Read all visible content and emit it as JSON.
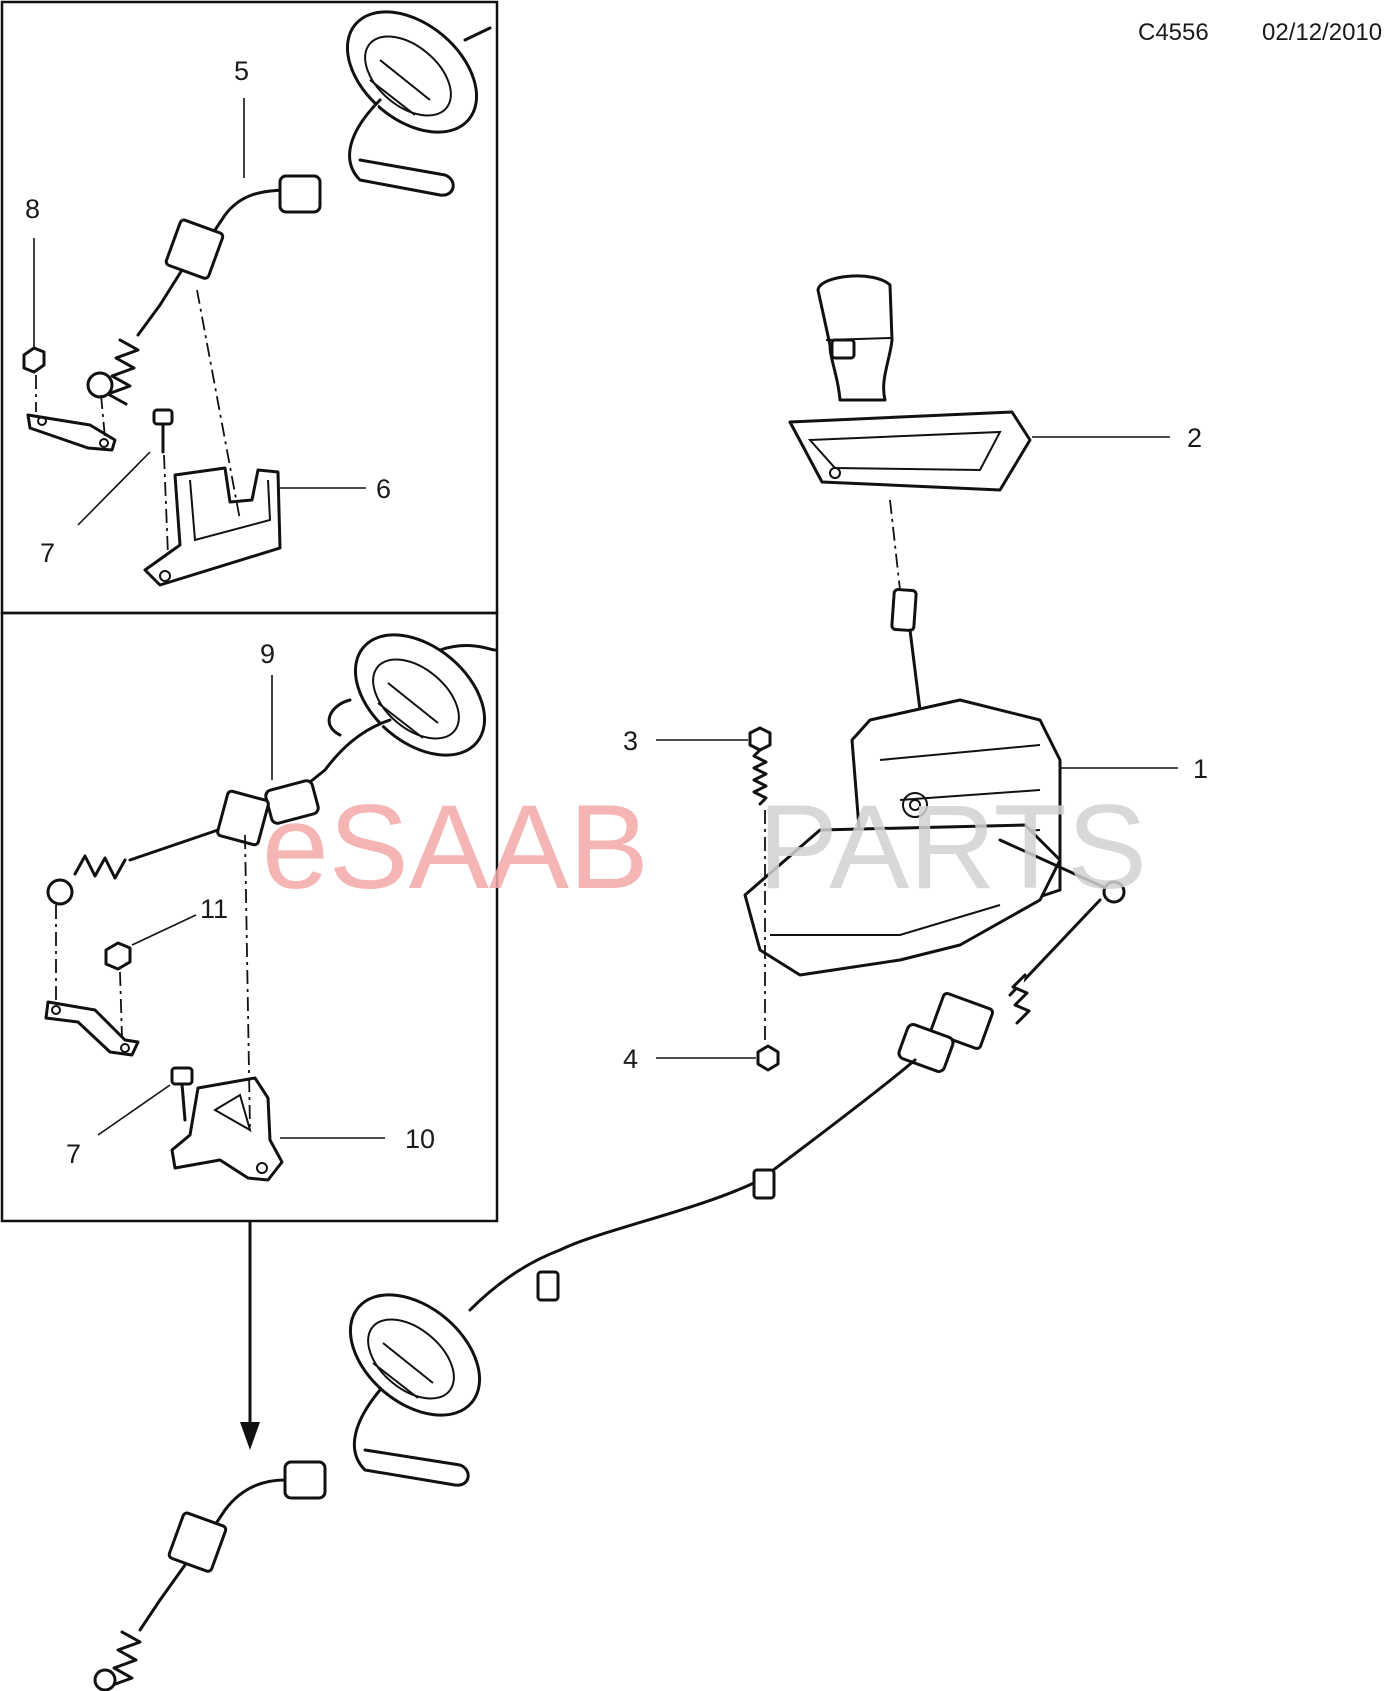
{
  "header": {
    "diagram_id": "C4556",
    "date": "02/12/2010"
  },
  "watermark": {
    "part1": "eSAAB",
    "part2": "PARTS"
  },
  "callouts": {
    "c1": "1",
    "c2": "2",
    "c3": "3",
    "c4": "4",
    "c5": "5",
    "c6": "6",
    "c7a": "7",
    "c7b": "7",
    "c8": "8",
    "c9": "9",
    "c10": "10",
    "c11": "11"
  },
  "colors": {
    "line": "#111111",
    "watermark_red": "#f4a9a9",
    "watermark_grey": "#d2d2d2"
  }
}
